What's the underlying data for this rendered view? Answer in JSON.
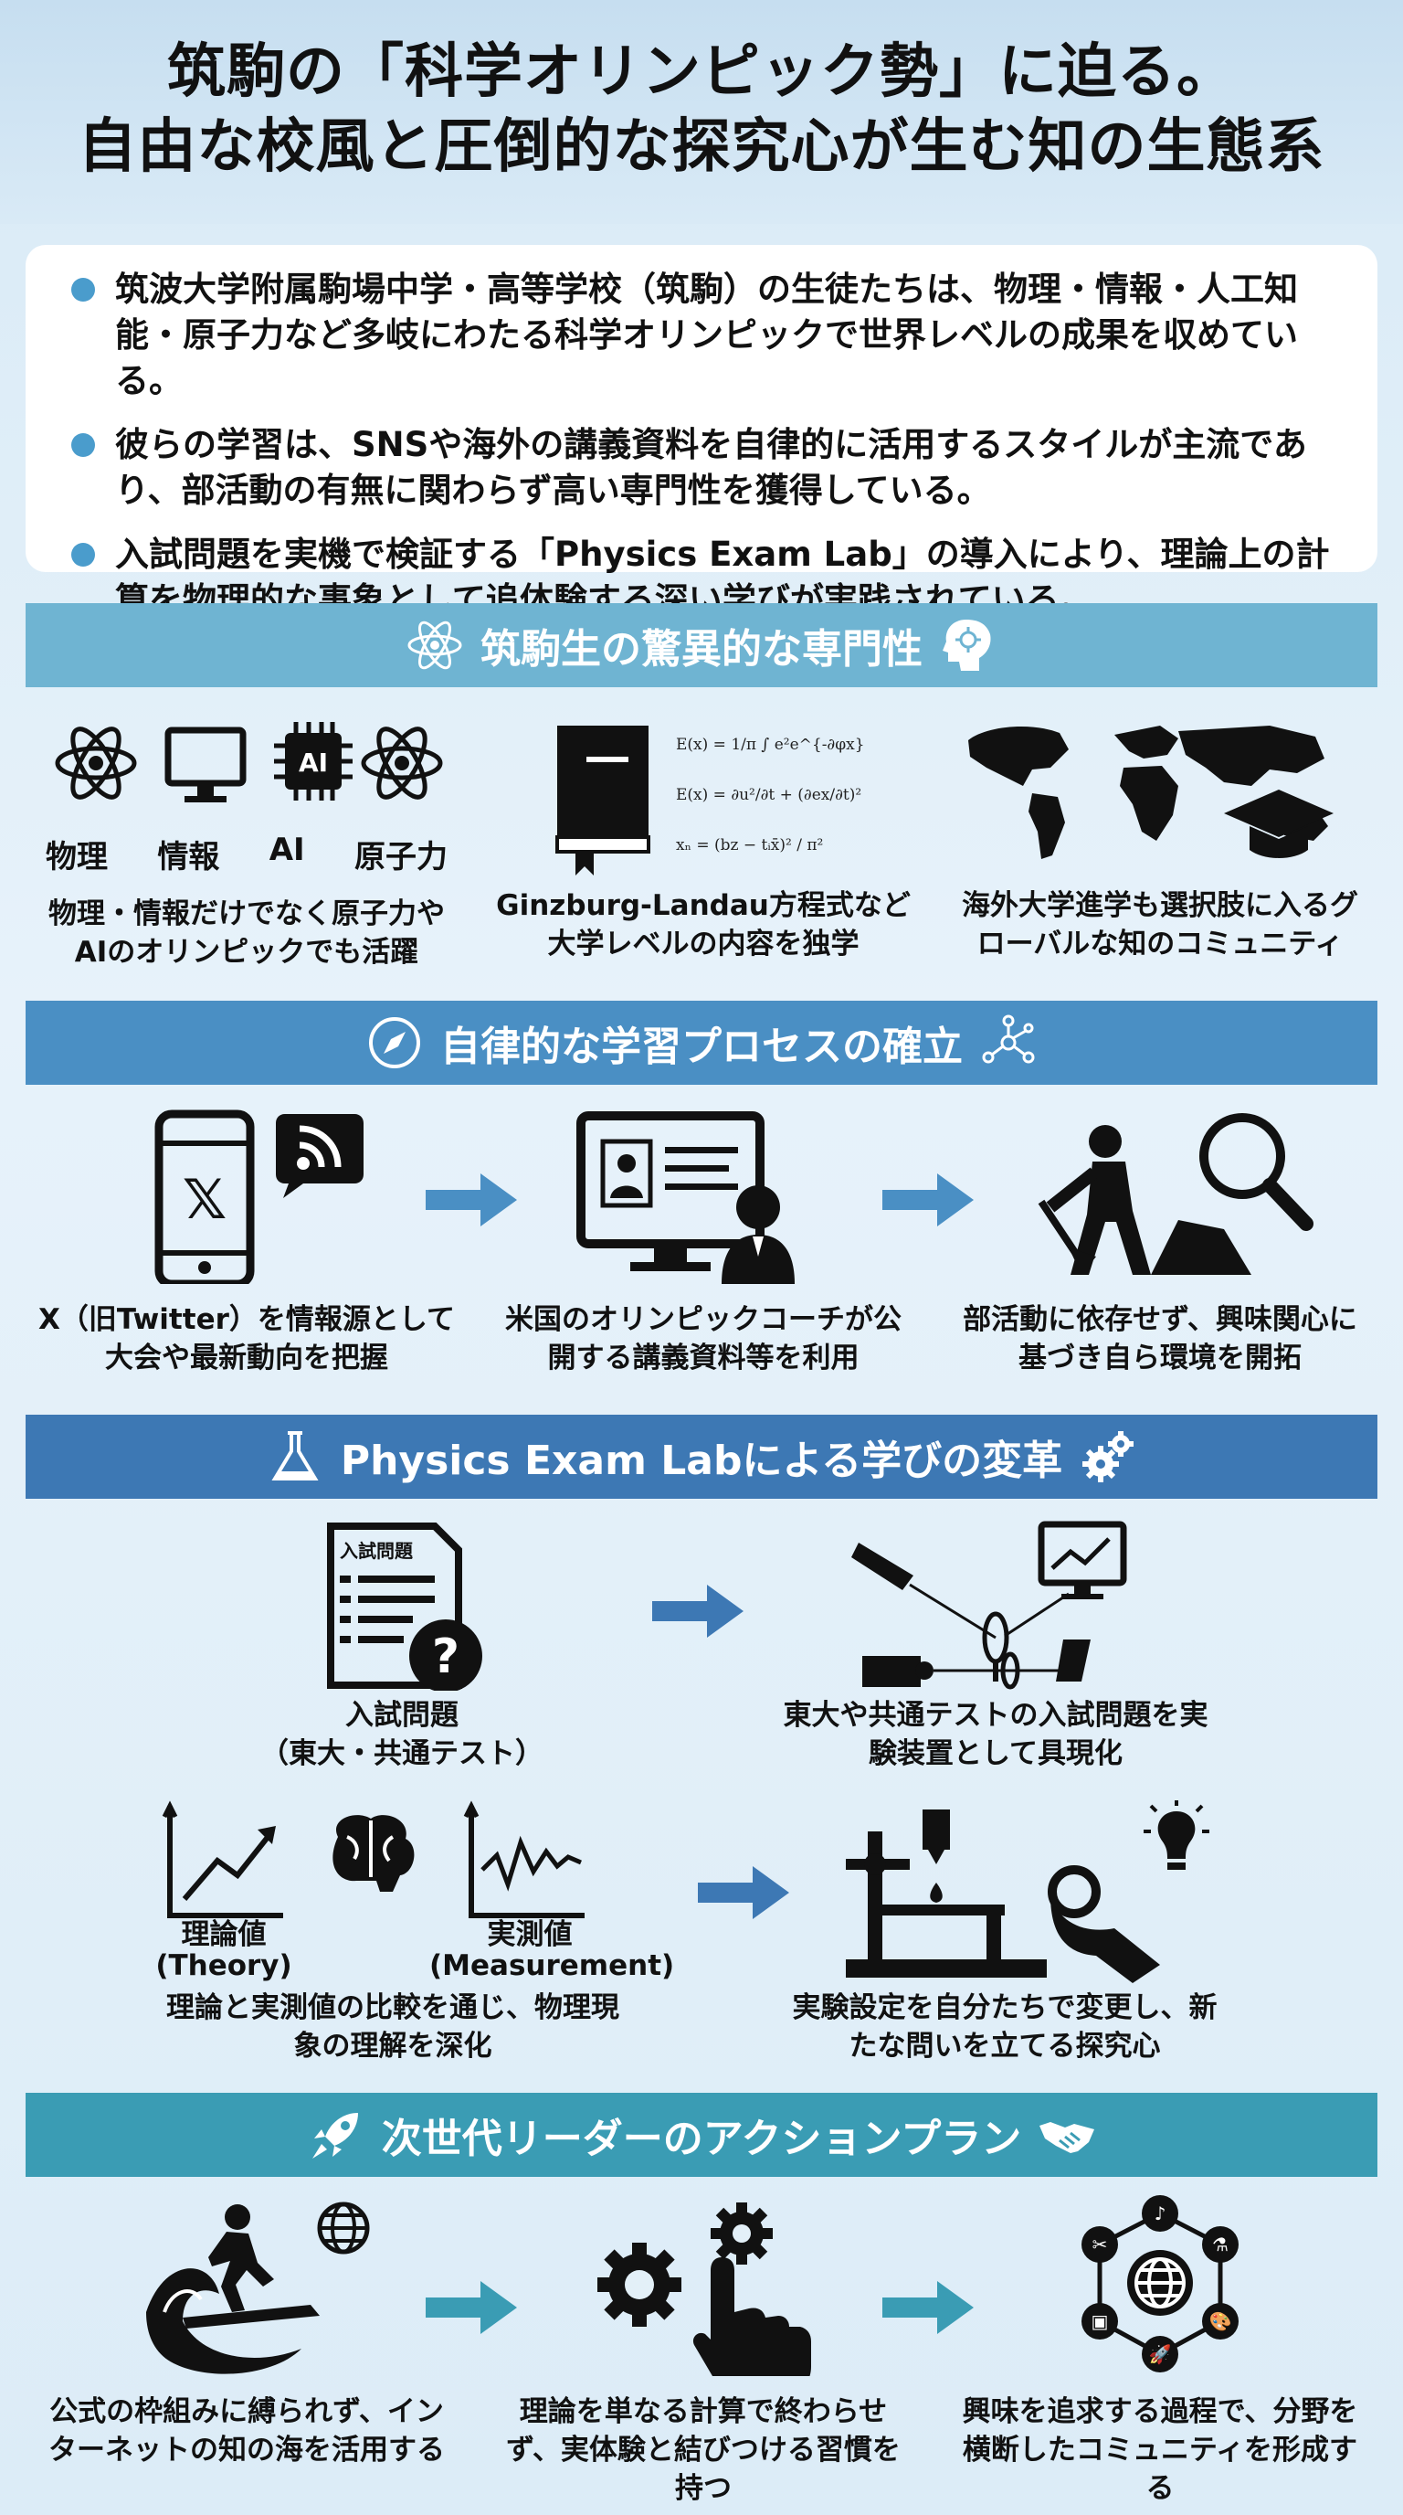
{
  "title_line1": "筑駒の「科学オリンピック勢」に迫る。",
  "title_line2": "自由な校風と圧倒的な探究心が生む知の生態系",
  "summary": [
    "筑波大学附属駒場中学・高等学校（筑駒）の生徒たちは、物理・情報・人工知能・原子力など多岐にわたる科学オリンピックで世界レベルの成果を収めている。",
    "彼らの学習は、SNSや海外の講義資料を自律的に活用するスタイルが主流であり、部活動の有無に関わらず高い専門性を獲得している。",
    "入試問題を実機で検証する「Physics Exam Lab」の導入により、理論上の計算を物理的な事象として追体験する深い学びが実践されている。"
  ],
  "section1": {
    "title": "筑駒生の驚異的な専門性",
    "subjects": [
      "物理",
      "情報",
      "AI",
      "原子力"
    ],
    "chip_text": "AI",
    "items": [
      {
        "caption": "物理・情報だけでなく原子力やAIのオリンピックでも活躍"
      },
      {
        "caption": "Ginzburg-Landau方程式など大学レベルの内容を独学"
      },
      {
        "caption": "海外大学進学も選択肢に入るグローバルな知のコミュニティ"
      }
    ],
    "equations": [
      "E(x) = 1/π ∫ e²e^{-∂φx}",
      "E(x) = ∂u²/∂t + (∂ex/∂t)²",
      "xₙ = (bz − tᵢx̄)² / π²"
    ]
  },
  "section2": {
    "title": "自律的な学習プロセスの確立",
    "phone_glyph": "𝕏",
    "items": [
      {
        "caption": "X（旧Twitter）を情報源として大会や最新動向を把握"
      },
      {
        "caption": "米国のオリンピックコーチが公開する講義資料等を利用"
      },
      {
        "caption": "部活動に依存せず、興味関心に基づき自ら環境を開拓"
      }
    ]
  },
  "section3": {
    "title": "Physics Exam Labによる学びの変革",
    "doc_label": "入試問題",
    "exam_caption": "入試問題\n（東大・共通テスト）",
    "device_caption": "東大や共通テストの入試問題を実験装置として具現化",
    "theory_label": "理論値\n(Theory)",
    "measure_label": "実測値\n(Measurement)",
    "compare_caption": "理論と実測値の比較を通じ、物理現象の理解を深化",
    "experiment_caption": "実験設定を自分たちで変更し、新たな問いを立てる探究心"
  },
  "section4": {
    "title": "次世代リーダーのアクションプラン",
    "items": [
      {
        "caption": "公式の枠組みに縛られず、インターネットの知の海を活用する"
      },
      {
        "caption": "理論を単なる計算で終わらせず、実体験と結びつける習慣を持つ"
      },
      {
        "caption": "興味を追求する過程で、分野を横断したコミュニティを形成する"
      }
    ]
  },
  "colors": {
    "band1": "#6fb4d2",
    "band2": "#4a8fc4",
    "band3": "#3d78b4",
    "band4": "#3a9cb4",
    "arrow": "#4a8fc4",
    "bullet": "#4a9ccc"
  }
}
